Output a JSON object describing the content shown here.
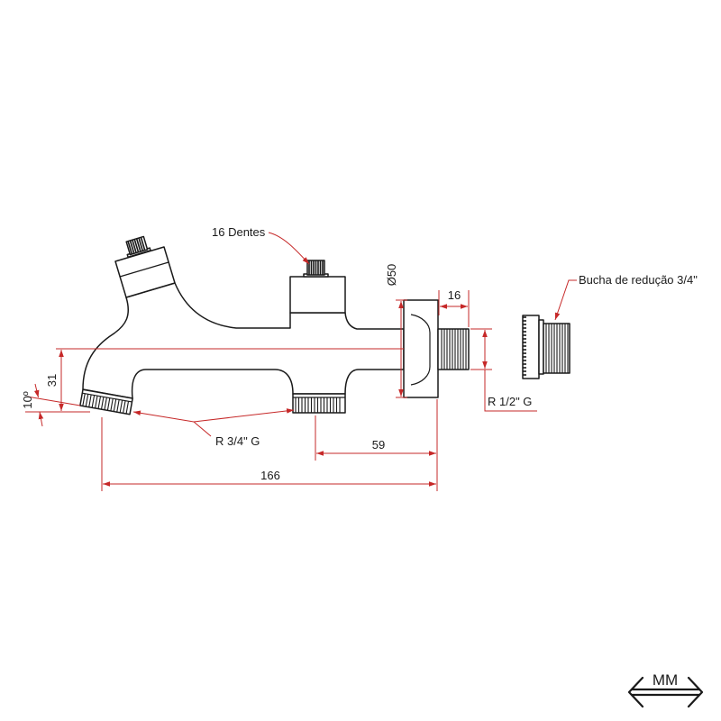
{
  "drawing": {
    "labels": {
      "teeth": "16 Dentes",
      "flange_diameter": "Ø50",
      "inlet_length": "16",
      "reducer": "Bucha de redução 3/4\"",
      "outlet_height": "31",
      "outlet_angle": "10º",
      "outlet_thread": "R 3/4\" G",
      "inlet_thread": "R 1/2\" G",
      "outlet_to_flange": "59",
      "overall_length": "166"
    },
    "units_badge": {
      "text": "MM",
      "icon": "double-arrow-icon"
    }
  },
  "colors": {
    "outline": "#1a1a1a",
    "dimension": "#c62828",
    "background": "#ffffff"
  }
}
